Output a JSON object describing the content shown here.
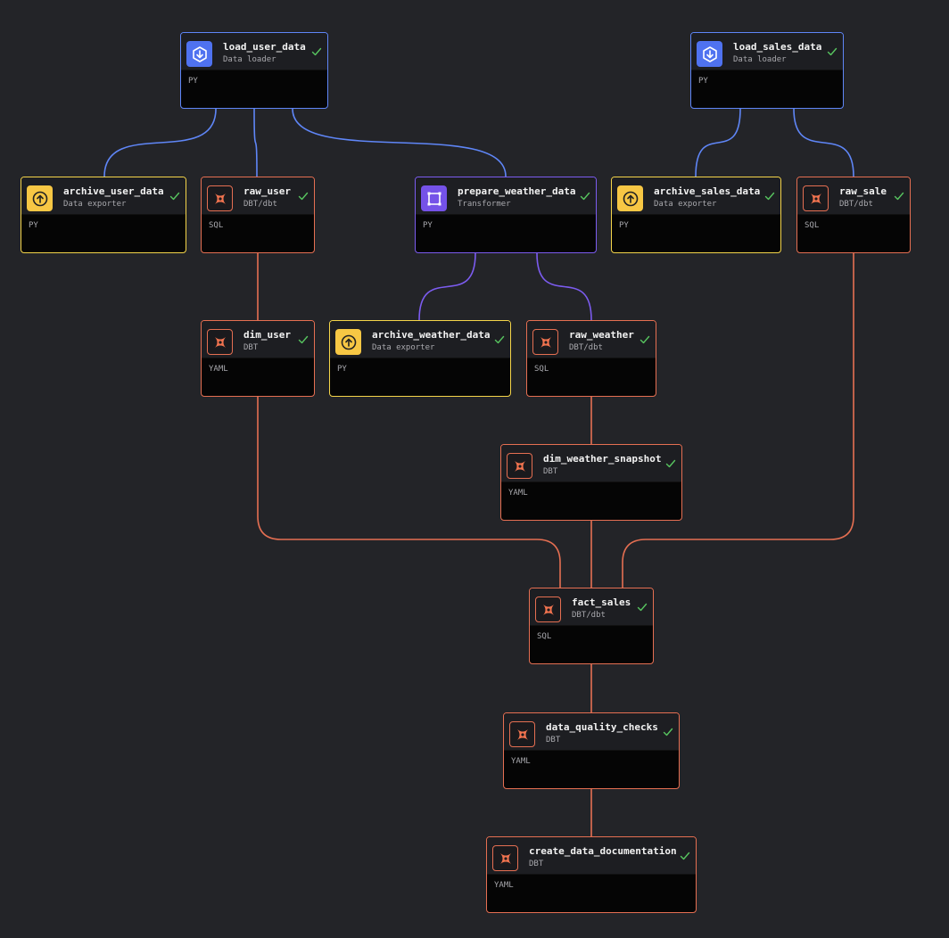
{
  "colors": {
    "loader": "#5f86f7",
    "exporter": "#f5d54a",
    "transformer": "#7c5cf0",
    "dbt": "#e56f52",
    "success": "#57c45f"
  },
  "nodes": [
    {
      "id": "load_user_data",
      "title": "load_user_data",
      "subtitle": "Data loader",
      "lang": "PY",
      "kind": "loader",
      "icon": "download-icon",
      "status": "success"
    },
    {
      "id": "load_sales_data",
      "title": "load_sales_data",
      "subtitle": "Data loader",
      "lang": "PY",
      "kind": "loader",
      "icon": "download-icon",
      "status": "success"
    },
    {
      "id": "archive_user_data",
      "title": "archive_user_data",
      "subtitle": "Data exporter",
      "lang": "PY",
      "kind": "exporter",
      "icon": "upload-icon",
      "status": "success"
    },
    {
      "id": "raw_user",
      "title": "raw_user",
      "subtitle": "DBT/dbt",
      "lang": "SQL",
      "kind": "dbt",
      "icon": "dbt-icon",
      "status": "success"
    },
    {
      "id": "prepare_weather_data",
      "title": "prepare_weather_data",
      "subtitle": "Transformer",
      "lang": "PY",
      "kind": "transformer",
      "icon": "transform-icon",
      "status": "success"
    },
    {
      "id": "archive_sales_data",
      "title": "archive_sales_data",
      "subtitle": "Data exporter",
      "lang": "PY",
      "kind": "exporter",
      "icon": "upload-icon",
      "status": "success"
    },
    {
      "id": "raw_sale",
      "title": "raw_sale",
      "subtitle": "DBT/dbt",
      "lang": "SQL",
      "kind": "dbt",
      "icon": "dbt-icon",
      "status": "success"
    },
    {
      "id": "dim_user",
      "title": "dim_user",
      "subtitle": "DBT",
      "lang": "YAML",
      "kind": "dbt",
      "icon": "dbt-icon",
      "status": "success"
    },
    {
      "id": "archive_weather_data",
      "title": "archive_weather_data",
      "subtitle": "Data exporter",
      "lang": "PY",
      "kind": "exporter",
      "icon": "upload-icon",
      "status": "success"
    },
    {
      "id": "raw_weather",
      "title": "raw_weather",
      "subtitle": "DBT/dbt",
      "lang": "SQL",
      "kind": "dbt",
      "icon": "dbt-icon",
      "status": "success"
    },
    {
      "id": "dim_weather_snapshot",
      "title": "dim_weather_snapshot",
      "subtitle": "DBT",
      "lang": "YAML",
      "kind": "dbt",
      "icon": "dbt-icon",
      "status": "success"
    },
    {
      "id": "fact_sales",
      "title": "fact_sales",
      "subtitle": "DBT/dbt",
      "lang": "SQL",
      "kind": "dbt",
      "icon": "dbt-icon",
      "status": "success"
    },
    {
      "id": "data_quality_checks",
      "title": "data_quality_checks",
      "subtitle": "DBT",
      "lang": "YAML",
      "kind": "dbt",
      "icon": "dbt-icon",
      "status": "success"
    },
    {
      "id": "create_data_documentation",
      "title": "create_data_documentation",
      "subtitle": "DBT",
      "lang": "YAML",
      "kind": "dbt",
      "icon": "dbt-icon",
      "status": "success"
    }
  ],
  "edges": [
    {
      "from": "load_user_data",
      "to": "archive_user_data",
      "kind": "loader"
    },
    {
      "from": "load_user_data",
      "to": "raw_user",
      "kind": "loader"
    },
    {
      "from": "load_user_data",
      "to": "prepare_weather_data",
      "kind": "loader"
    },
    {
      "from": "load_sales_data",
      "to": "archive_sales_data",
      "kind": "loader"
    },
    {
      "from": "load_sales_data",
      "to": "raw_sale",
      "kind": "loader"
    },
    {
      "from": "prepare_weather_data",
      "to": "archive_weather_data",
      "kind": "transformer"
    },
    {
      "from": "prepare_weather_data",
      "to": "raw_weather",
      "kind": "transformer"
    },
    {
      "from": "raw_user",
      "to": "dim_user",
      "kind": "dbt"
    },
    {
      "from": "raw_weather",
      "to": "dim_weather_snapshot",
      "kind": "dbt"
    },
    {
      "from": "dim_user",
      "to": "fact_sales",
      "kind": "dbt"
    },
    {
      "from": "dim_weather_snapshot",
      "to": "fact_sales",
      "kind": "dbt"
    },
    {
      "from": "raw_sale",
      "to": "fact_sales",
      "kind": "dbt"
    },
    {
      "from": "fact_sales",
      "to": "data_quality_checks",
      "kind": "dbt"
    },
    {
      "from": "data_quality_checks",
      "to": "create_data_documentation",
      "kind": "dbt"
    }
  ]
}
